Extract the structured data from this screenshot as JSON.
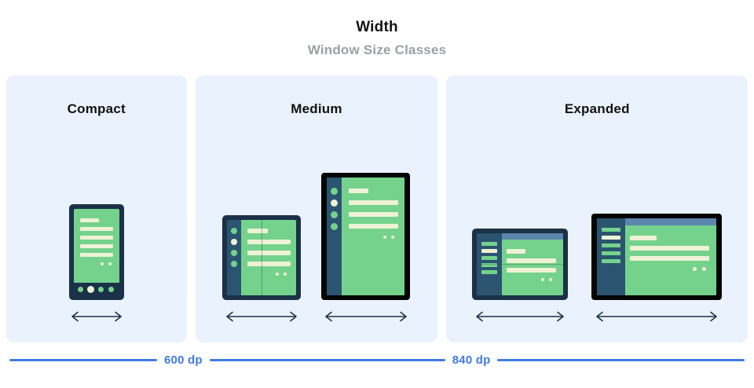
{
  "header": {
    "title": "Width",
    "subtitle": "Window Size Classes"
  },
  "panels": [
    {
      "id": "compact",
      "title": "Compact",
      "devices": [
        {
          "name": "phone-portrait",
          "type": "phone",
          "orientation": "portrait",
          "bezel": "navy"
        }
      ]
    },
    {
      "id": "medium",
      "title": "Medium",
      "devices": [
        {
          "name": "foldable-portrait",
          "type": "foldable",
          "orientation": "portrait",
          "bezel": "navy"
        },
        {
          "name": "tablet-portrait",
          "type": "tablet",
          "orientation": "portrait",
          "bezel": "black"
        }
      ]
    },
    {
      "id": "expanded",
      "title": "Expanded",
      "devices": [
        {
          "name": "foldable-landscape",
          "type": "foldable",
          "orientation": "landscape",
          "bezel": "navy"
        },
        {
          "name": "tablet-landscape",
          "type": "tablet",
          "orientation": "landscape",
          "bezel": "black"
        }
      ]
    }
  ],
  "legend": {
    "breakpoints": [
      {
        "label": "600 dp",
        "value": 600,
        "unit": "dp"
      },
      {
        "label": "840 dp",
        "value": 840,
        "unit": "dp"
      }
    ]
  },
  "colors": {
    "panel_background": "#eaf2fd",
    "page_background": "#ffffff",
    "screen_green": "#74d28d",
    "content_cream": "#eef2d6",
    "rail_blue": "#2b5470",
    "topbar_blue": "#5b86ad",
    "bezel_navy": "#1b3148",
    "bezel_black": "#050505",
    "accent_blue": "#3f7ae8",
    "title_text": "#121212",
    "subtitle_text": "#9aa0a6"
  }
}
